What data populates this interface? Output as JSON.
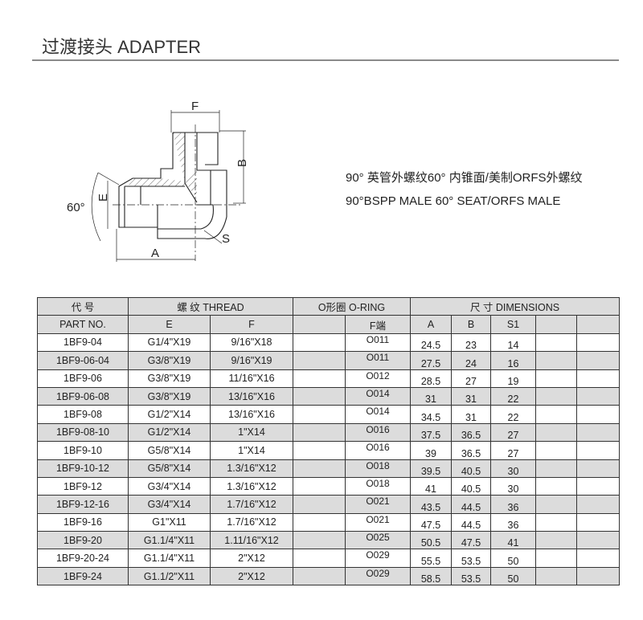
{
  "title": "过渡接头 ADAPTER",
  "drawing": {
    "labels": {
      "F": "F",
      "B": "B",
      "E": "E",
      "A": "A",
      "S": "S",
      "angle": "60°"
    }
  },
  "description": {
    "cn": "90° 英管外螺纹60° 内锥面/美制ORFS外螺纹",
    "en": "90°BSPP MALE 60° SEAT/ORFS MALE"
  },
  "table": {
    "group_headers": {
      "part_cn": "代 号",
      "thread": "螺 纹  THREAD",
      "oring": "O形圈  O-RING",
      "dims": "尺 寸   DIMENSIONS"
    },
    "headers": {
      "part": "PART NO.",
      "E": "E",
      "F": "F",
      "oring_f": "F端",
      "A": "A",
      "B": "B",
      "S1": "S1"
    },
    "rows": [
      {
        "part": "1BF9-04",
        "E": "G1/4\"X19",
        "F": "9/16\"X18",
        "oring": "O011",
        "A": "24.5",
        "B": "23",
        "S1": "14"
      },
      {
        "part": "1BF9-06-04",
        "E": "G3/8\"X19",
        "F": "9/16\"X19",
        "oring": "O011",
        "A": "27.5",
        "B": "24",
        "S1": "16"
      },
      {
        "part": "1BF9-06",
        "E": "G3/8\"X19",
        "F": "11/16\"X16",
        "oring": "O012",
        "A": "28.5",
        "B": "27",
        "S1": "19"
      },
      {
        "part": "1BF9-06-08",
        "E": "G3/8\"X19",
        "F": "13/16\"X16",
        "oring": "O014",
        "A": "31",
        "B": "31",
        "S1": "22"
      },
      {
        "part": "1BF9-08",
        "E": "G1/2\"X14",
        "F": "13/16\"X16",
        "oring": "O014",
        "A": "34.5",
        "B": "31",
        "S1": "22"
      },
      {
        "part": "1BF9-08-10",
        "E": "G1/2\"X14",
        "F": "1\"X14",
        "oring": "O016",
        "A": "37.5",
        "B": "36.5",
        "S1": "27"
      },
      {
        "part": "1BF9-10",
        "E": "G5/8\"X14",
        "F": "1\"X14",
        "oring": "O016",
        "A": "39",
        "B": "36.5",
        "S1": "27"
      },
      {
        "part": "1BF9-10-12",
        "E": "G5/8\"X14",
        "F": "1.3/16\"X12",
        "oring": "O018",
        "A": "39.5",
        "B": "40.5",
        "S1": "30"
      },
      {
        "part": "1BF9-12",
        "E": "G3/4\"X14",
        "F": "1.3/16\"X12",
        "oring": "O018",
        "A": "41",
        "B": "40.5",
        "S1": "30"
      },
      {
        "part": "1BF9-12-16",
        "E": "G3/4\"X14",
        "F": "1.7/16\"X12",
        "oring": "O021",
        "A": "43.5",
        "B": "44.5",
        "S1": "36"
      },
      {
        "part": "1BF9-16",
        "E": "G1\"X11",
        "F": "1.7/16\"X12",
        "oring": "O021",
        "A": "47.5",
        "B": "44.5",
        "S1": "36"
      },
      {
        "part": "1BF9-20",
        "E": "G1.1/4\"X11",
        "F": "1.11/16\"X12",
        "oring": "O025",
        "A": "50.5",
        "B": "47.5",
        "S1": "41"
      },
      {
        "part": "1BF9-20-24",
        "E": "G1.1/4\"X11",
        "F": "2\"X12",
        "oring": "O029",
        "A": "55.5",
        "B": "53.5",
        "S1": "50"
      },
      {
        "part": "1BF9-24",
        "E": "G1.1/2\"X11",
        "F": "2\"X12",
        "oring": "O029",
        "A": "58.5",
        "B": "53.5",
        "S1": "50"
      }
    ]
  }
}
